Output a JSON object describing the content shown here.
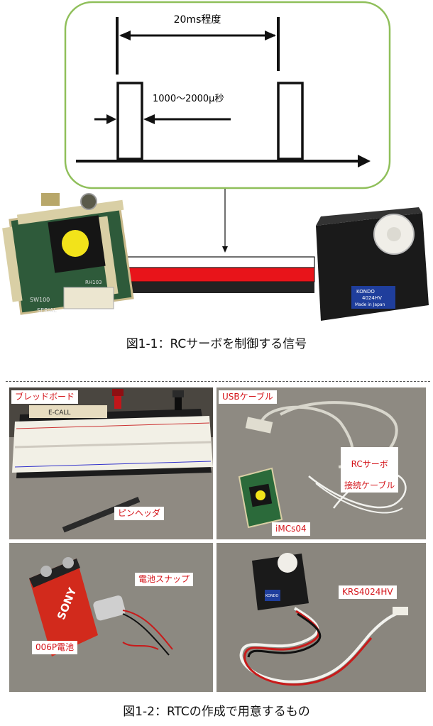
{
  "figure1": {
    "period_label": "20ms程度",
    "pulse_label": "1000～2000μ秒",
    "caption": "図1-1：RCサーボを制御する信号",
    "controller_silk": {
      "line1": "SW100",
      "line2": "SERIAL",
      "chip": "RH103"
    },
    "servo_badge": {
      "brand": "KONDO",
      "model": "4024HV",
      "made": "Made in Japan"
    },
    "colors": {
      "frame": "#8fbf5a",
      "signal_wire": "#111111",
      "power_wire": "#e8141a",
      "ground_wire": "#222222"
    }
  },
  "figure2": {
    "caption": "図1-2：RTCの作成で用意するもの",
    "breadboard": {
      "label": "ブレッドボード",
      "board_text": "E-CALL"
    },
    "pin_header": {
      "label": "ピンヘッダ"
    },
    "usb_cable": {
      "label": "USBケーブル"
    },
    "servo_cable": {
      "label_line1": "RCサーボ",
      "label_line2": "接続ケーブル"
    },
    "controller": {
      "label": "iMCs04"
    },
    "battery": {
      "label": "006P電池",
      "brand": "SONY"
    },
    "snap": {
      "label": "電池スナップ"
    },
    "servo": {
      "label": "KRS4024HV",
      "badge": "KONDO"
    },
    "colors": {
      "label_text": "#d4141a"
    }
  }
}
